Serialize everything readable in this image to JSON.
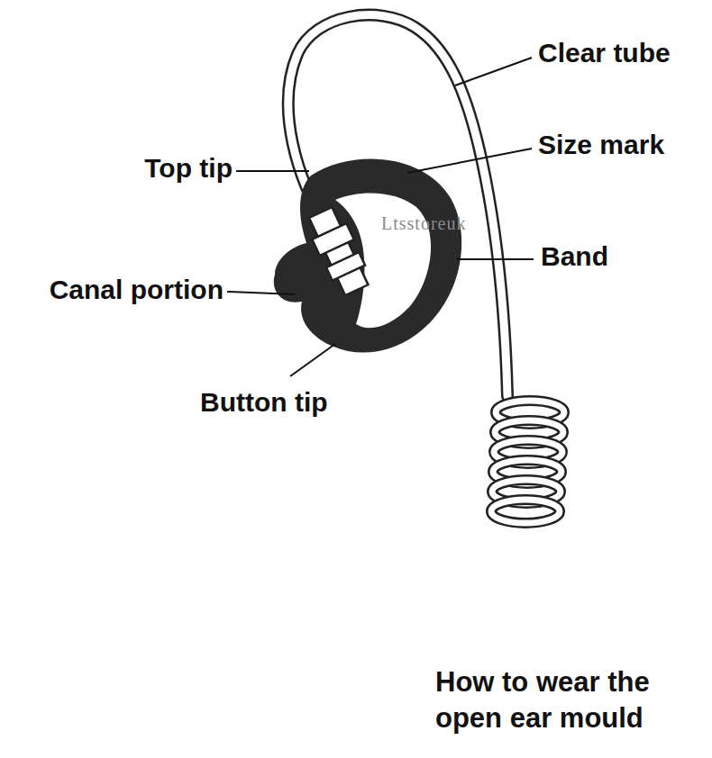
{
  "diagram": {
    "caption": "How to wear the open ear mould",
    "labels": [
      "Clear tube",
      "Size mark",
      "Top tip",
      "Band",
      "Canal portion",
      "Button tip",
      "Ltsstoreuk"
    ]
  }
}
